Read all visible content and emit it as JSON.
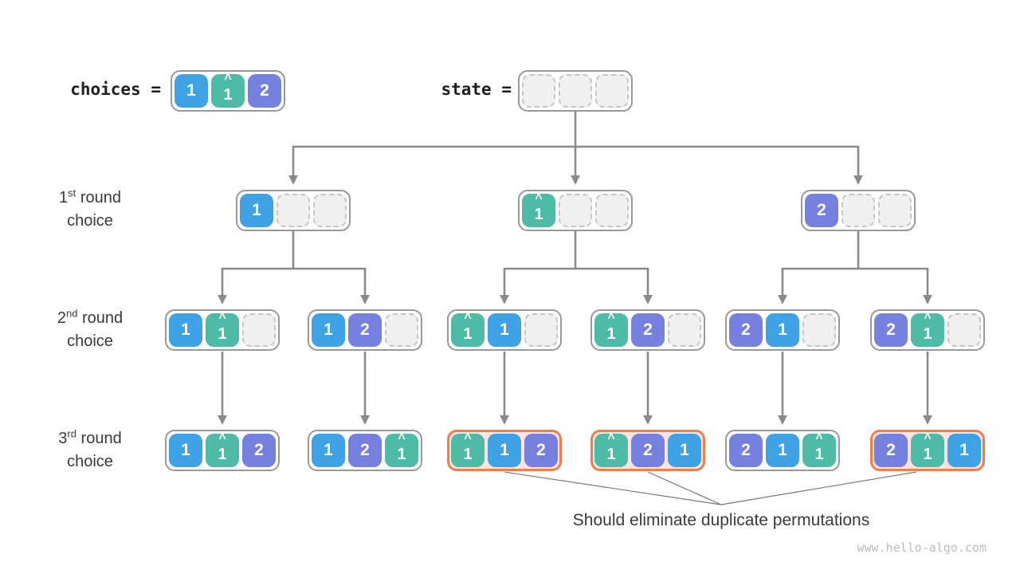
{
  "palette": {
    "blue": "#3EA2E5",
    "teal": "#4EBBA7",
    "purple": "#7681DF",
    "empty-fill": "#F0F0F0",
    "empty-border": "#C6C6C6",
    "node-border": "#999999",
    "hl-border": "#F07E4D",
    "hl-fill": "#FBE3E0",
    "line": "#8A8A8A",
    "thin-line": "#787878",
    "text": "#3A3A3A",
    "dark-text": "#1F1F1F",
    "watermark": "#BDBDBD",
    "cell-text": "#FFFFFF"
  },
  "header": {
    "choices_label": "choices =",
    "state_label": "state =",
    "choices_node": {
      "cells": [
        {
          "value": "1",
          "color": "blue"
        },
        {
          "value": "1",
          "hat": true,
          "color": "teal"
        },
        {
          "value": "2",
          "color": "purple"
        }
      ]
    },
    "state_node": {
      "cells": [
        {
          "empty": true
        },
        {
          "empty": true
        },
        {
          "empty": true
        }
      ]
    }
  },
  "row_labels": [
    {
      "num": "1",
      "sup": "st",
      "tail": "round",
      "line2": "choice"
    },
    {
      "num": "2",
      "sup": "nd",
      "tail": "round",
      "line2": "choice"
    },
    {
      "num": "3",
      "sup": "rd",
      "tail": "round",
      "line2": "choice"
    }
  ],
  "tree": {
    "level1": [
      {
        "cells": [
          {
            "value": "1",
            "color": "blue"
          },
          {
            "empty": true
          },
          {
            "empty": true
          }
        ]
      },
      {
        "cells": [
          {
            "value": "1",
            "hat": true,
            "color": "teal"
          },
          {
            "empty": true
          },
          {
            "empty": true
          }
        ]
      },
      {
        "cells": [
          {
            "value": "2",
            "color": "purple"
          },
          {
            "empty": true
          },
          {
            "empty": true
          }
        ]
      }
    ],
    "level2": [
      {
        "cells": [
          {
            "value": "1",
            "color": "blue"
          },
          {
            "value": "1",
            "hat": true,
            "color": "teal"
          },
          {
            "empty": true
          }
        ]
      },
      {
        "cells": [
          {
            "value": "1",
            "color": "blue"
          },
          {
            "value": "2",
            "color": "purple"
          },
          {
            "empty": true
          }
        ]
      },
      {
        "cells": [
          {
            "value": "1",
            "hat": true,
            "color": "teal"
          },
          {
            "value": "1",
            "color": "blue"
          },
          {
            "empty": true
          }
        ]
      },
      {
        "cells": [
          {
            "value": "1",
            "hat": true,
            "color": "teal"
          },
          {
            "value": "2",
            "color": "purple"
          },
          {
            "empty": true
          }
        ]
      },
      {
        "cells": [
          {
            "value": "2",
            "color": "purple"
          },
          {
            "value": "1",
            "color": "blue"
          },
          {
            "empty": true
          }
        ]
      },
      {
        "cells": [
          {
            "value": "2",
            "color": "purple"
          },
          {
            "value": "1",
            "hat": true,
            "color": "teal"
          },
          {
            "empty": true
          }
        ]
      }
    ],
    "level3": [
      {
        "cells": [
          {
            "value": "1",
            "color": "blue"
          },
          {
            "value": "1",
            "hat": true,
            "color": "teal"
          },
          {
            "value": "2",
            "color": "purple"
          }
        ]
      },
      {
        "cells": [
          {
            "value": "1",
            "color": "blue"
          },
          {
            "value": "2",
            "color": "purple"
          },
          {
            "value": "1",
            "hat": true,
            "color": "teal"
          }
        ]
      },
      {
        "highlight": true,
        "cells": [
          {
            "value": "1",
            "hat": true,
            "color": "teal"
          },
          {
            "value": "1",
            "color": "blue"
          },
          {
            "value": "2",
            "color": "purple"
          }
        ]
      },
      {
        "highlight": true,
        "cells": [
          {
            "value": "1",
            "hat": true,
            "color": "teal"
          },
          {
            "value": "2",
            "color": "purple"
          },
          {
            "value": "1",
            "color": "blue"
          }
        ]
      },
      {
        "cells": [
          {
            "value": "2",
            "color": "purple"
          },
          {
            "value": "1",
            "color": "blue"
          },
          {
            "value": "1",
            "hat": true,
            "color": "teal"
          }
        ]
      },
      {
        "highlight": true,
        "cells": [
          {
            "value": "2",
            "color": "purple"
          },
          {
            "value": "1",
            "hat": true,
            "color": "teal"
          },
          {
            "value": "1",
            "color": "blue"
          }
        ]
      }
    ]
  },
  "annotation": "Should eliminate duplicate permutations",
  "watermark": "www.hello-algo.com"
}
